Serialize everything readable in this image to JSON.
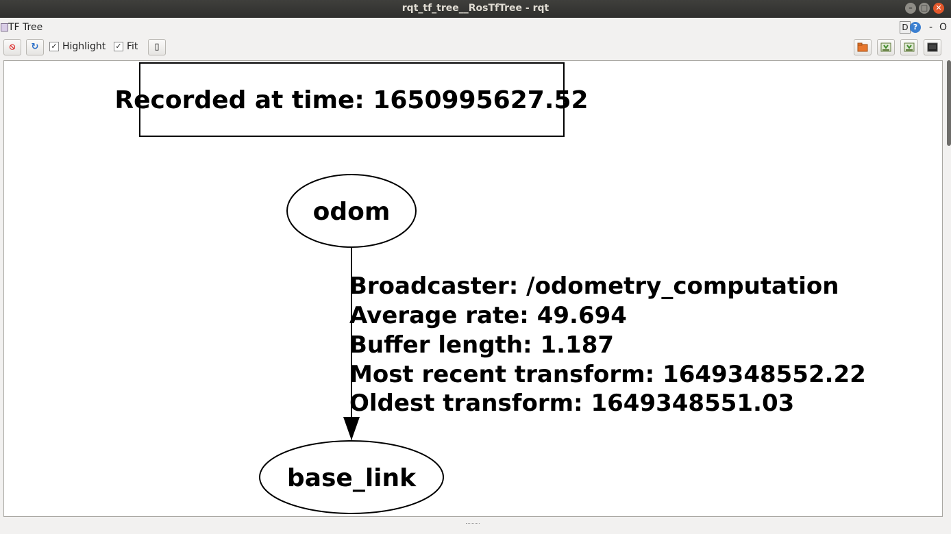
{
  "window": {
    "title": "rqt_tf_tree__RosTfTree - rqt",
    "minimize": "–",
    "maximize": "□",
    "close": "✕"
  },
  "plugin": {
    "title": "TF Tree",
    "d_button": "D",
    "help_button": "?",
    "dash": "-",
    "o_button": "O"
  },
  "toolbar": {
    "stop_icon": "⦸",
    "refresh_icon": "↻",
    "highlight_label": "Highlight",
    "highlight_checked": "✓",
    "fit_label": "Fit",
    "fit_checked": "✓",
    "fit_button_icon": "▯",
    "open_icon": "open-folder-icon",
    "save_dot_icon": "save-icon",
    "save_svg_icon": "save-icon",
    "save_image_icon": "image-icon"
  },
  "graph": {
    "recorded_label": "Recorded at time: 1650995627.52",
    "nodes": {
      "parent": "odom",
      "child": "base_link"
    },
    "edge_info": [
      "Broadcaster: /odometry_computation",
      "Average rate: 49.694",
      "Buffer length: 1.187",
      "Most recent transform: 1649348552.22",
      "Oldest transform: 1649348551.03"
    ]
  }
}
